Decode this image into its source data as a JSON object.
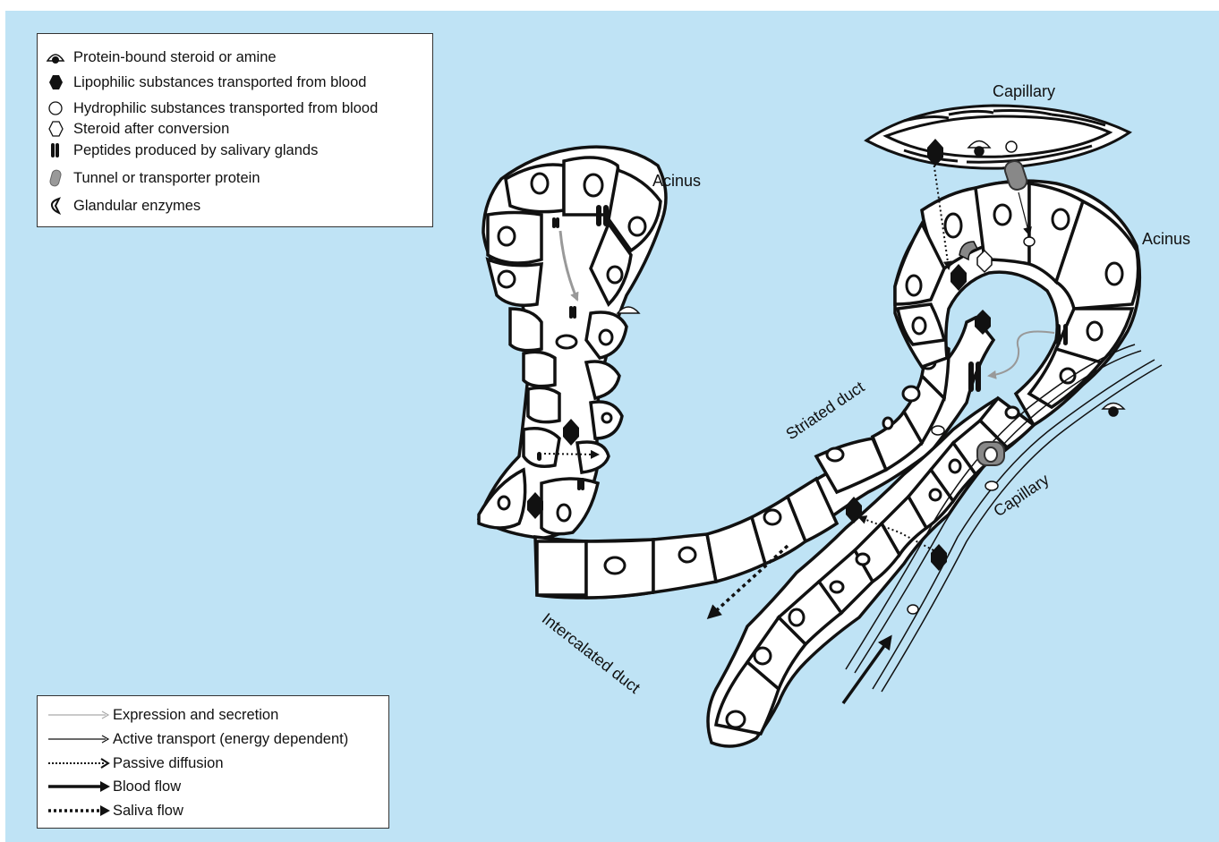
{
  "legend": {
    "symbols": [
      {
        "icon": "protein-bound-icon",
        "label": "Protein-bound steroid or amine"
      },
      {
        "icon": "filled-hexagon-icon",
        "label": "Lipophilic substances transported from blood"
      },
      {
        "icon": "open-circle-icon",
        "label": "Hydrophilic substances transported from blood"
      },
      {
        "icon": "open-hexagon-icon",
        "label": "Steroid after conversion"
      },
      {
        "icon": "peptide-icon",
        "label": "Peptides produced by salivary glands"
      },
      {
        "icon": "transporter-cylinder-icon",
        "label": "Tunnel or transporter protein"
      },
      {
        "icon": "enzyme-icon",
        "label": "Glandular enzymes"
      }
    ],
    "arrows": [
      {
        "icon": "grey-thin-arrow-icon",
        "label": "Expression and secretion"
      },
      {
        "icon": "black-thin-arrow-icon",
        "label": "Active transport (energy dependent)"
      },
      {
        "icon": "dotted-arrow-icon",
        "label": "Passive diffusion"
      },
      {
        "icon": "bold-arrow-icon",
        "label": "Blood flow"
      },
      {
        "icon": "bold-dotted-arrow-icon",
        "label": "Saliva flow"
      }
    ]
  },
  "labels": {
    "acinus_left": "Acinus",
    "acinus_right": "Acinus",
    "capillary_top": "Capillary",
    "capillary_right": "Capillary",
    "striated_duct": "Striated duct",
    "intercalated_duct": "Intercalated duct"
  },
  "colors": {
    "background": "#bfe3f5",
    "cell_fill": "#ffffff",
    "outline": "#111111",
    "transporter": "#8a8a8a",
    "secretion_arrow": "#9a9a9a"
  }
}
